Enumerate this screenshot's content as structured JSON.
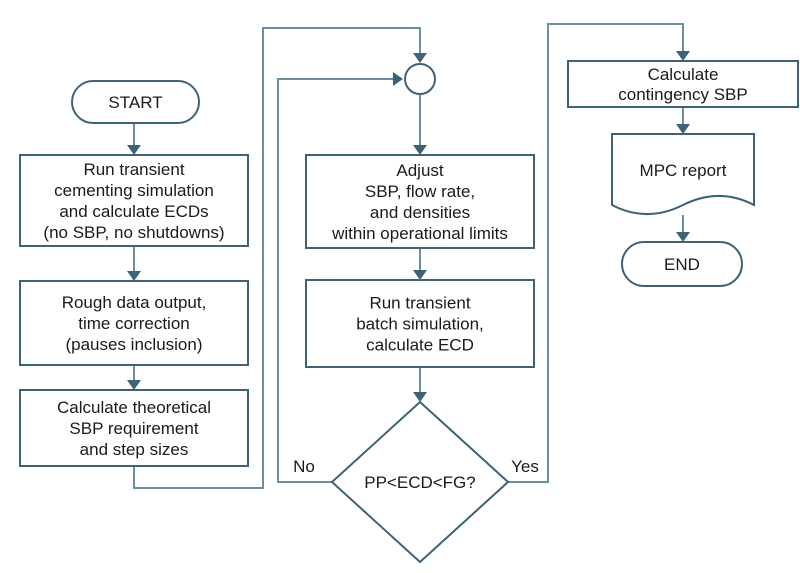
{
  "nodes": {
    "start": [
      "START"
    ],
    "run_transient_cementing": [
      "Run transient",
      "cementing simulation",
      "and calculate ECDs",
      "(no SBP, no shutdowns)"
    ],
    "rough_data_output": [
      "Rough data output,",
      "time correction",
      "(pauses inclusion)"
    ],
    "calculate_theoretical": [
      "Calculate theoretical",
      "SBP requirement",
      "and step sizes"
    ],
    "adjust": [
      "Adjust",
      "SBP, flow rate,",
      "and densities",
      "within operational limits"
    ],
    "run_transient_batch": [
      "Run transient",
      "batch simulation,",
      "calculate ECD"
    ],
    "decision": [
      "PP<ECD<FG?"
    ],
    "calculate_contingency": [
      "Calculate",
      "contingency SBP"
    ],
    "mpc_report": [
      "MPC report"
    ],
    "end": [
      "END"
    ]
  },
  "edge_labels": {
    "no": "No",
    "yes": "Yes"
  },
  "colors": {
    "box_stroke": "#3f6376",
    "connector": "#6b8fa1",
    "arrowhead": "#3f6376",
    "text": "#1a1a1a"
  }
}
